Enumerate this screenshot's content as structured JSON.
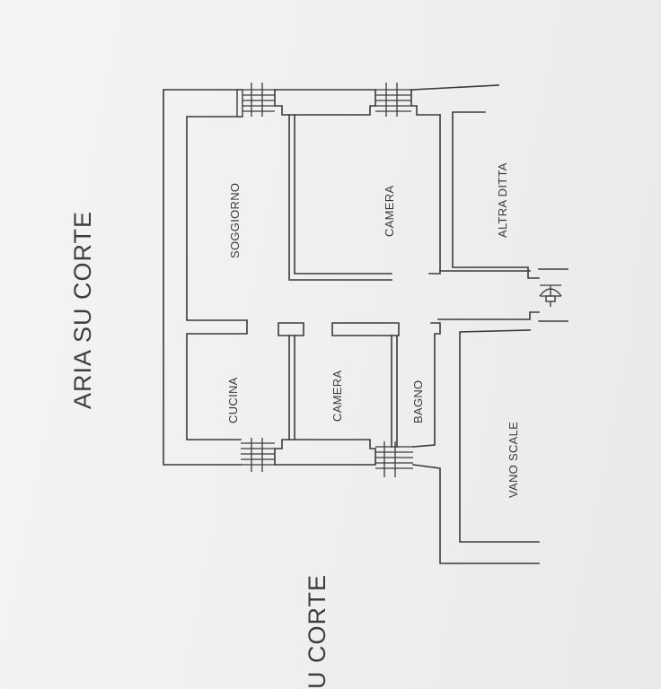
{
  "labels": {
    "court_top": "ARIA SU CORTE",
    "court_bottom": "U CORTE",
    "soggiorno": "SOGGIORNO",
    "camera_large": "CAMERA",
    "altra_ditta": "ALTRA DITTA",
    "cucina": "CUCINA",
    "camera_small": "CAMERA",
    "bagno": "BAGNO",
    "vano_scale": "VANO SCALE"
  },
  "colors": {
    "ink": "#3a3a3a",
    "paper": "#f2f2f2"
  }
}
